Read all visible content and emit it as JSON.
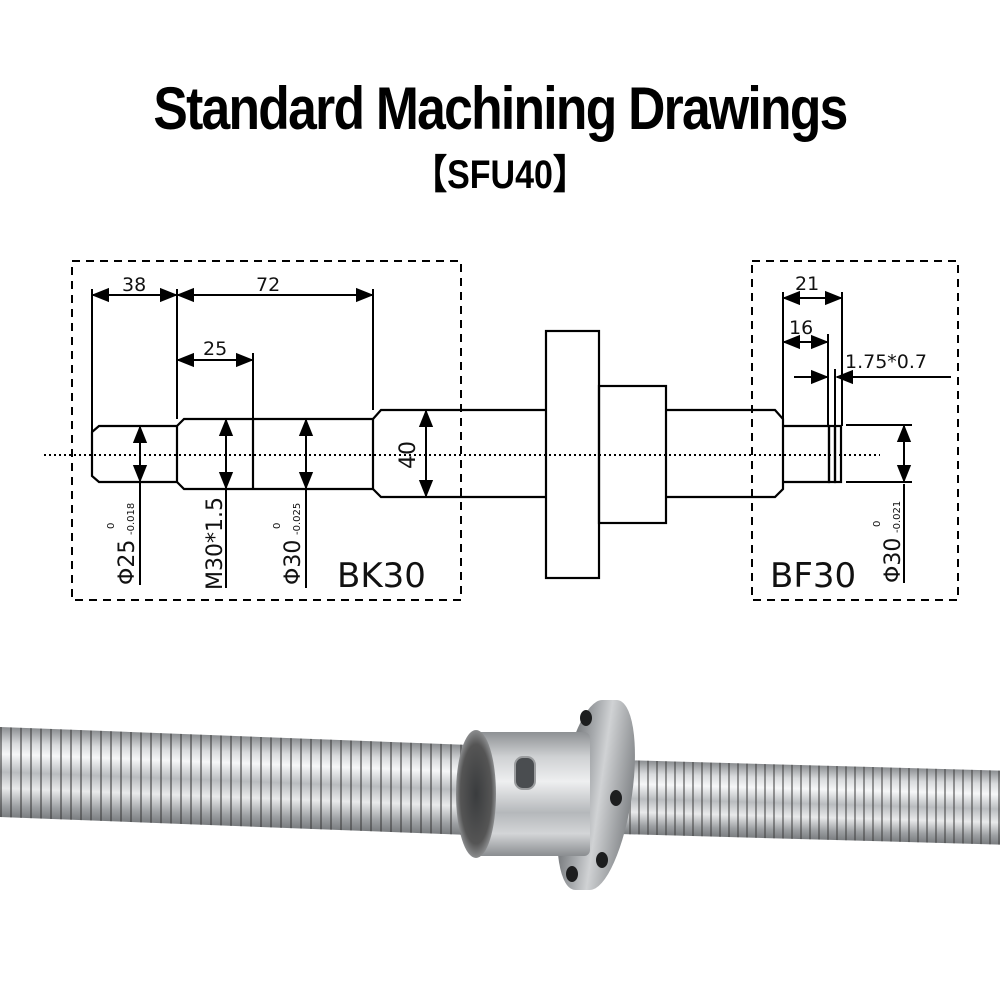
{
  "header": {
    "title": "Standard Machining Drawings",
    "subtitle": "【SFU40】"
  },
  "drawing": {
    "left_section": {
      "label": "BK30",
      "dimensions": {
        "length_a": "38",
        "length_b": "72",
        "length_c": "25",
        "main_diameter": "40"
      },
      "callouts": [
        {
          "id": "phi25",
          "main": "Φ25",
          "upper_tol": "0",
          "lower_tol": "-0.018"
        },
        {
          "id": "m30",
          "main": "M30*1.5"
        },
        {
          "id": "phi30",
          "main": "Φ30",
          "upper_tol": "0",
          "lower_tol": "-0.025"
        }
      ]
    },
    "right_section": {
      "label": "BF30",
      "dimensions": {
        "length_a": "21",
        "length_b": "16",
        "groove": "1.75*0.7"
      },
      "callouts": [
        {
          "id": "phi30-right",
          "main": "Φ30",
          "upper_tol": "0",
          "lower_tol": "-0.021"
        }
      ]
    }
  },
  "photo": {
    "subject": "SFU40 ball screw with flanged ball nut"
  }
}
